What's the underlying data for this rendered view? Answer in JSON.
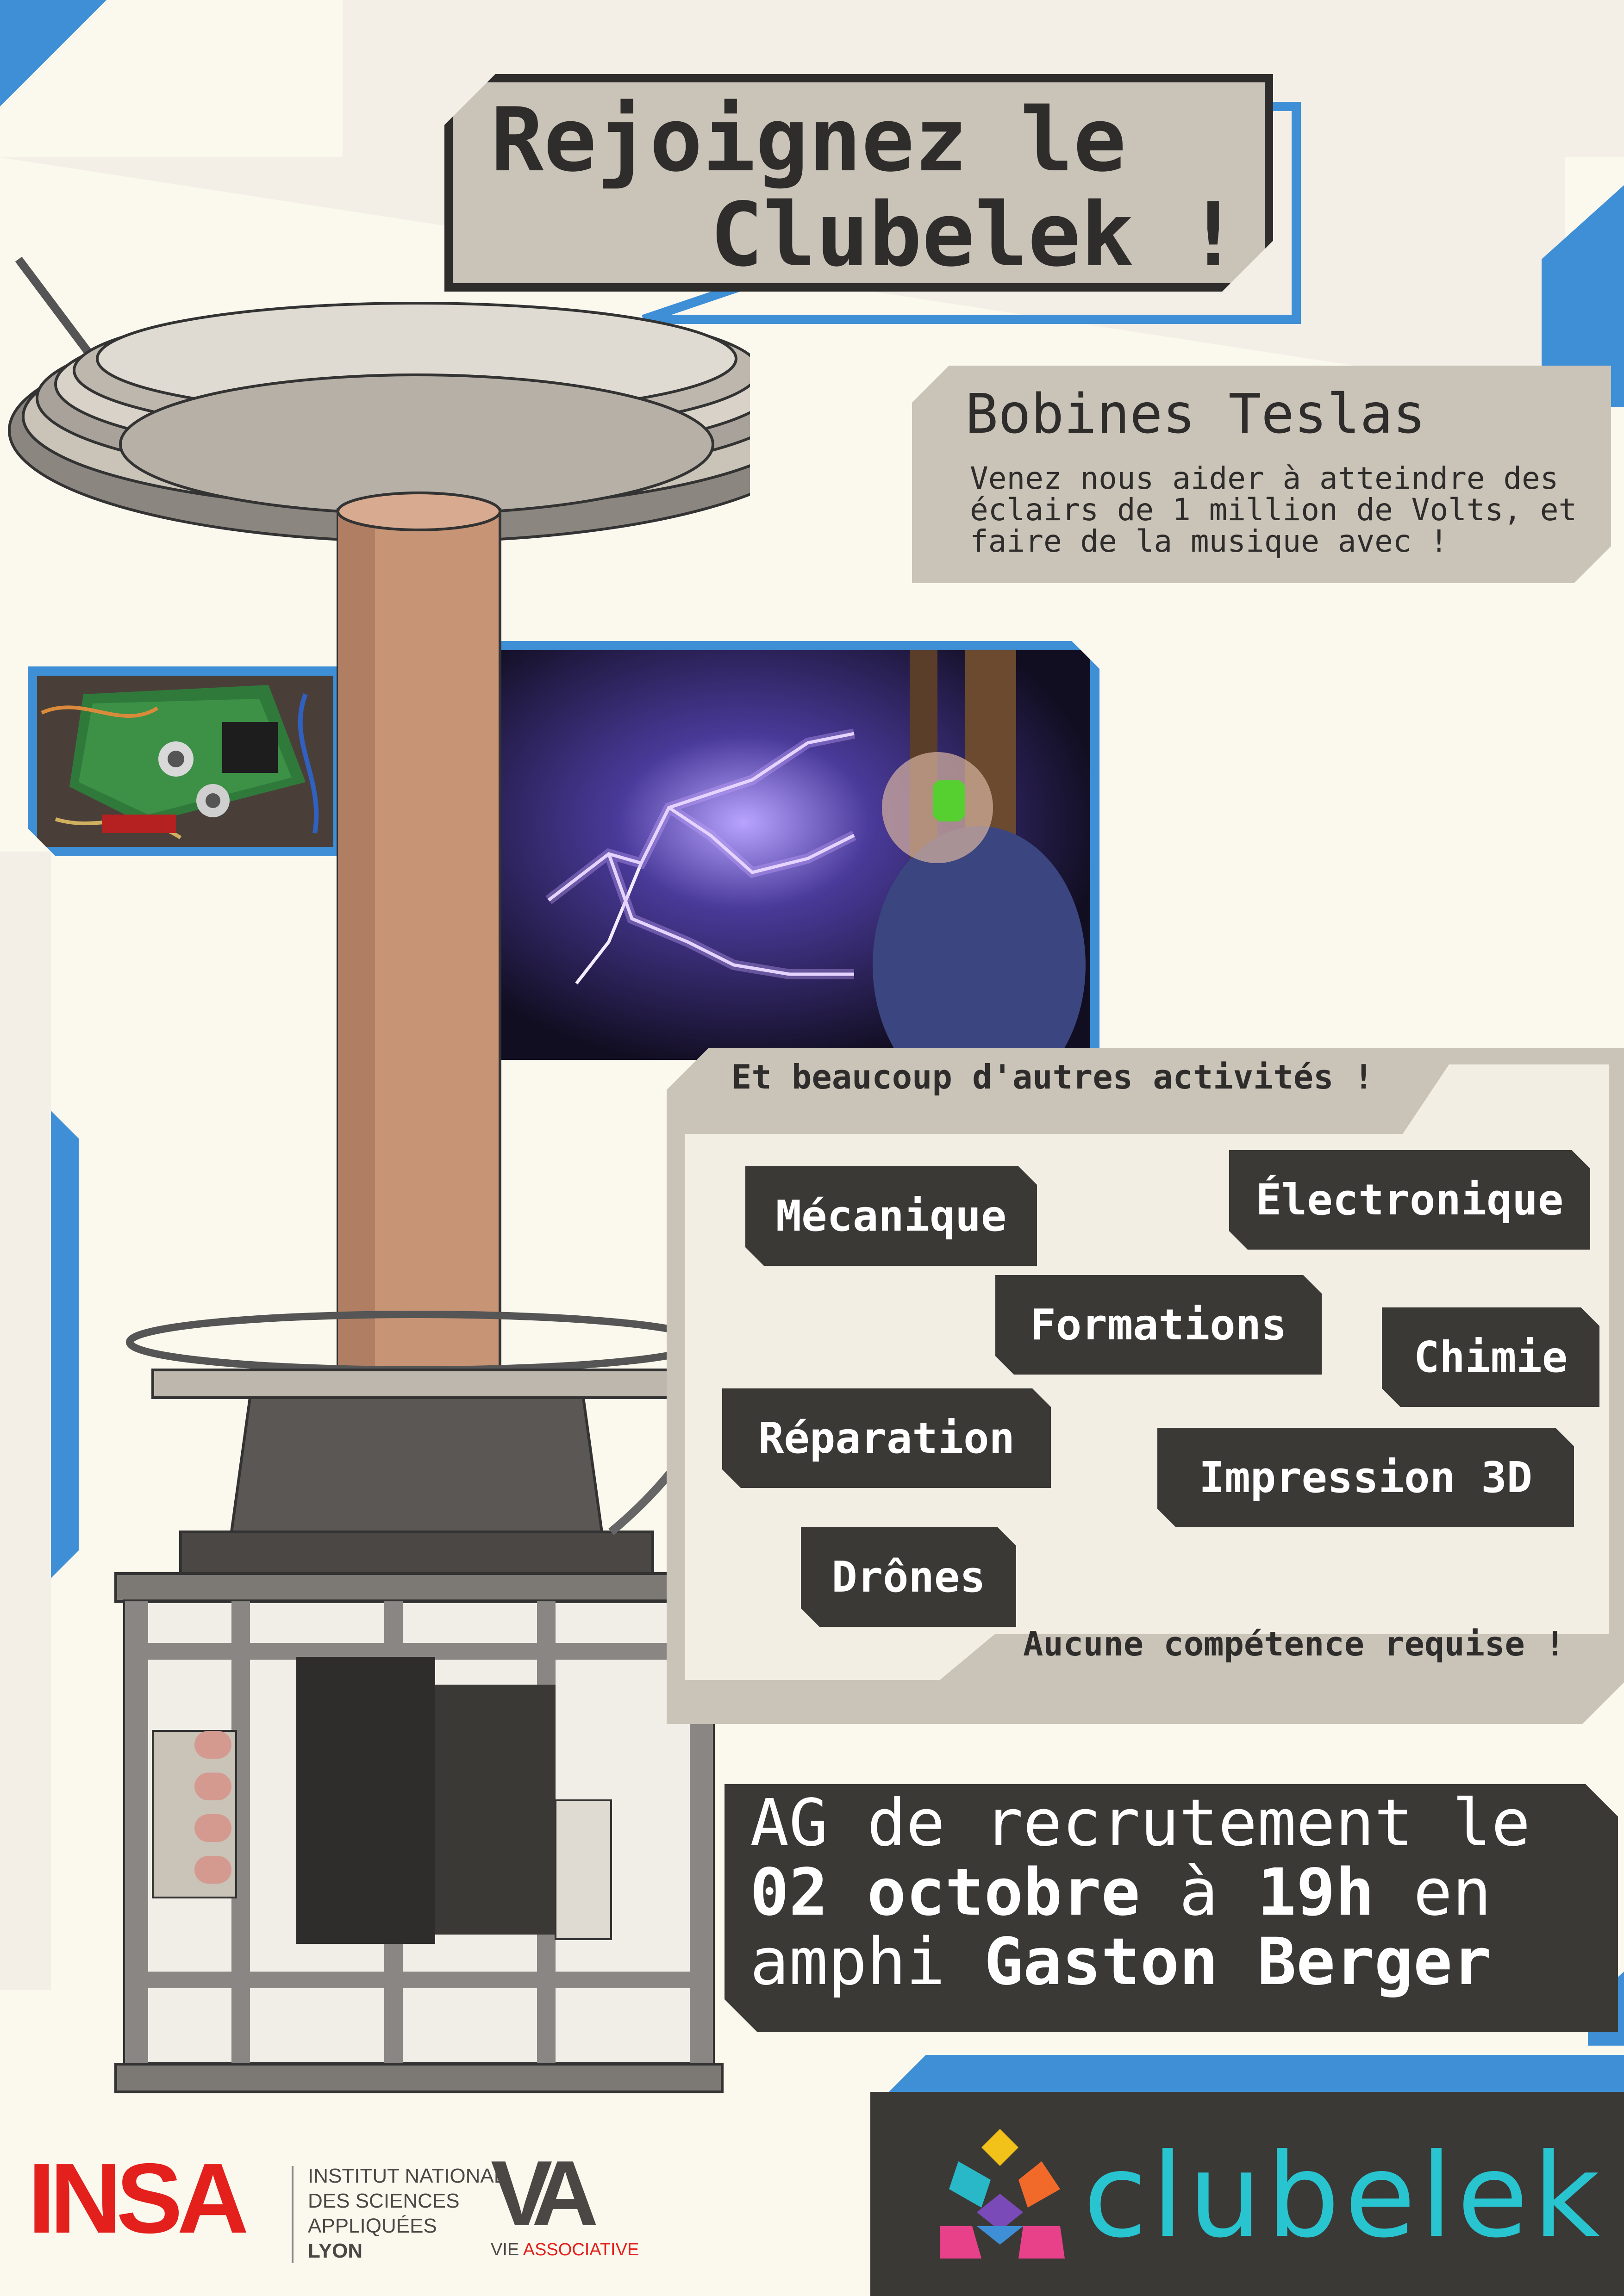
{
  "title": {
    "line1": "Rejoignez le",
    "line2": "Clubelek !"
  },
  "project": {
    "heading": "Bobines Teslas",
    "description_lines": [
      "Venez nous aider à atteindre des",
      "éclairs de 1 million de Volts, et",
      "faire de la musique avec !"
    ]
  },
  "activities": {
    "heading": "Et beaucoup d'autres activités !",
    "footer": "Aucune compétence requise !",
    "tags": [
      "Mécanique",
      "Électronique",
      "Formations",
      "Chimie",
      "Réparation",
      "Impression 3D",
      "Drônes"
    ]
  },
  "event": {
    "part1": "AG de recrutement le",
    "date": "02 octobre",
    "part2": " à ",
    "time": "19h",
    "part3": " en",
    "part4": "amphi ",
    "place": "Gaston Berger"
  },
  "sponsors": {
    "insa_logo": "INSA",
    "insa_lines": [
      "INSTITUT NATIONAL",
      "DES SCIENCES",
      "APPLIQUÉES",
      "LYON"
    ],
    "va_logo": "VA",
    "va_caption_1": "VIE ",
    "va_caption_2": "ASSOCIATIVE"
  },
  "brand": {
    "name": "clubelek"
  },
  "colors": {
    "blue": "#3e8fd6",
    "dark": "#3b3936",
    "beige": "#c9c3b8",
    "light": "#fbf8ee",
    "insa_red": "#e3201b",
    "copper": "#c89476"
  }
}
